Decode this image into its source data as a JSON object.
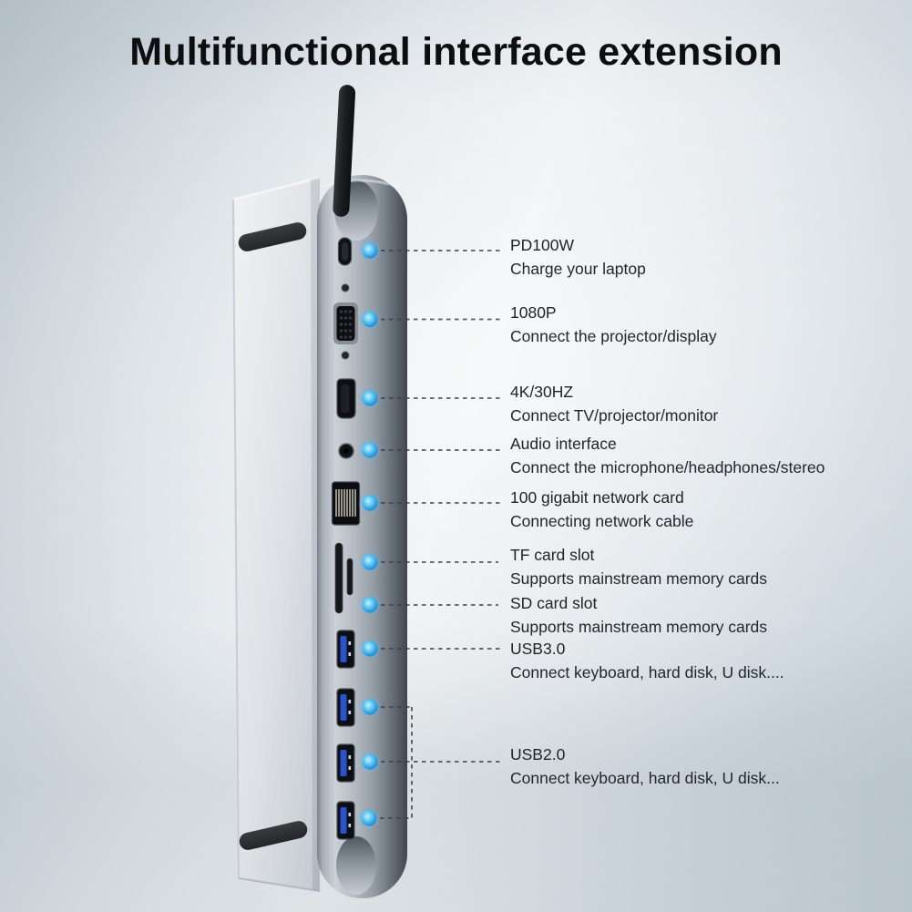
{
  "page": {
    "title": "Multifunctional interface extension"
  },
  "colors": {
    "indicator_dot": "#35a9e8",
    "callout_line": "#3b4045",
    "usb_tongue": "#2a52cc",
    "background_tint": "#ccd5db"
  },
  "callouts": [
    {
      "port": "usb-c-pd",
      "label": "PD100W",
      "description": "Charge your laptop"
    },
    {
      "port": "vga",
      "label": "1080P",
      "description": "Connect the projector/display"
    },
    {
      "port": "hdmi",
      "label": "4K/30HZ",
      "description": "Connect TV/projector/monitor"
    },
    {
      "port": "audio",
      "label": "Audio interface",
      "description": "Connect the microphone/headphones/stereo"
    },
    {
      "port": "ethernet",
      "label": "100 gigabit network card",
      "description": "Connecting network cable"
    },
    {
      "port": "tf-slot",
      "label": "TF card slot",
      "description": "Supports mainstream memory cards"
    },
    {
      "port": "sd-slot",
      "label": "SD card slot",
      "description": "Supports mainstream memory cards"
    },
    {
      "port": "usb3",
      "label": "USB3.0",
      "description": "Connect keyboard, hard disk, U disk...."
    },
    {
      "port": "usb2",
      "label": "USB2.0",
      "description": "Connect keyboard, hard disk, U disk..."
    }
  ]
}
